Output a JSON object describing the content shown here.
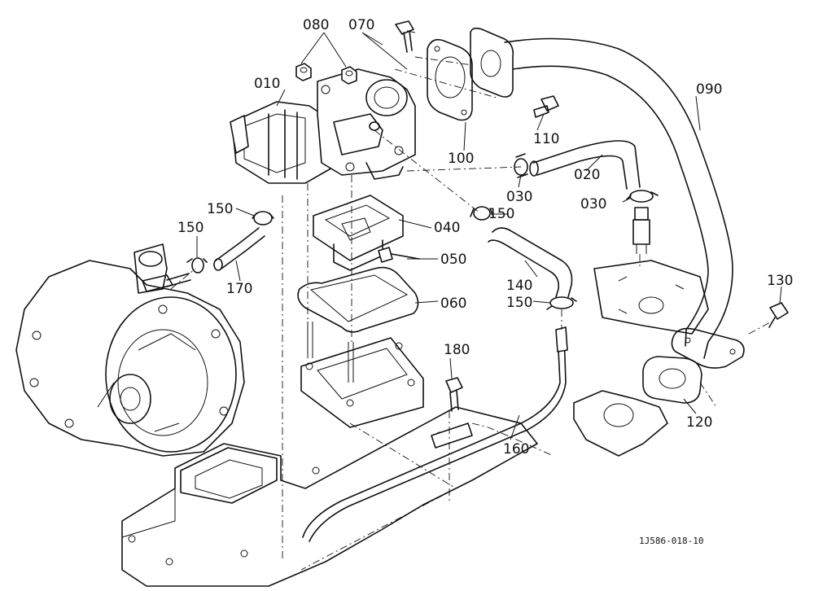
{
  "callouts": [
    {
      "id": "c010",
      "text": "010"
    },
    {
      "id": "c020",
      "text": "020"
    },
    {
      "id": "c030a",
      "text": "030"
    },
    {
      "id": "c030b",
      "text": "030"
    },
    {
      "id": "c040",
      "text": "040"
    },
    {
      "id": "c050",
      "text": "050"
    },
    {
      "id": "c060",
      "text": "060"
    },
    {
      "id": "c070",
      "text": "070"
    },
    {
      "id": "c080",
      "text": "080"
    },
    {
      "id": "c090",
      "text": "090"
    },
    {
      "id": "c100",
      "text": "100"
    },
    {
      "id": "c110",
      "text": "110"
    },
    {
      "id": "c120",
      "text": "120"
    },
    {
      "id": "c130",
      "text": "130"
    },
    {
      "id": "c140",
      "text": "140"
    },
    {
      "id": "c150a",
      "text": "150"
    },
    {
      "id": "c150b",
      "text": "150"
    },
    {
      "id": "c150c",
      "text": "150"
    },
    {
      "id": "c150d",
      "text": "150"
    },
    {
      "id": "c160",
      "text": "160"
    },
    {
      "id": "c170",
      "text": "170"
    },
    {
      "id": "c180",
      "text": "180"
    }
  ],
  "drawing_code": "1J586-018-10"
}
